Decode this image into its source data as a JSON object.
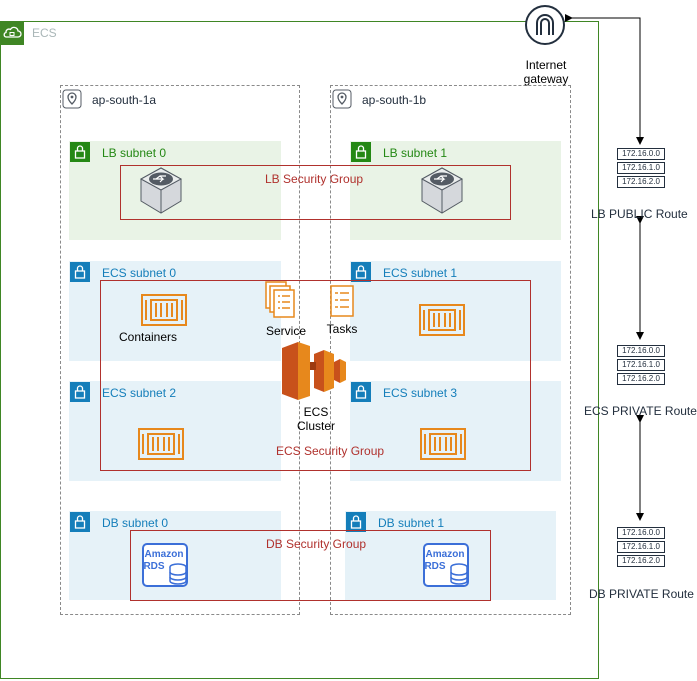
{
  "vpc": {
    "label": "ECS",
    "border_color": "#3f8624"
  },
  "gateway": {
    "label_line1": "Internet",
    "label_line2": "gateway"
  },
  "zones": [
    {
      "label": "ap-south-1a"
    },
    {
      "label": "ap-south-1b"
    }
  ],
  "subnets": {
    "lb0": "LB subnet 0",
    "lb1": "LB subnet 1",
    "ecs0": "ECS subnet 0",
    "ecs1": "ECS subnet 1",
    "ecs2": "ECS subnet 2",
    "ecs3": "ECS subnet 3",
    "db0": "DB subnet 0",
    "db1": "DB subnet 1"
  },
  "security_groups": {
    "lb": "LB Security Group",
    "ecs": "ECS Security Group",
    "db": "DB Security Group"
  },
  "labels": {
    "containers": "Containers",
    "service": "Service",
    "tasks": "Tasks",
    "cluster_line1": "ECS",
    "cluster_line2": "Cluster",
    "rds_line1": "Amazon",
    "rds_line2": "RDS"
  },
  "route_tables": [
    {
      "label": "LB PUBLIC Route",
      "rows": [
        "172.16.0.0",
        "172.16.1.0",
        "172.16.2.0"
      ]
    },
    {
      "label": "ECS PRIVATE Route",
      "rows": [
        "172.16.0.0",
        "172.16.1.0",
        "172.16.2.0"
      ]
    },
    {
      "label": "DB PRIVATE Route",
      "rows": [
        "172.16.0.0",
        "172.16.1.0",
        "172.16.2.0"
      ]
    }
  ],
  "colors": {
    "public_subnet": "#e9f3e6",
    "private_subnet": "#e6f2f8",
    "security_group": "#b0312d",
    "ecs_orange": "#e7881c",
    "rds_blue": "#3b6fd8"
  }
}
